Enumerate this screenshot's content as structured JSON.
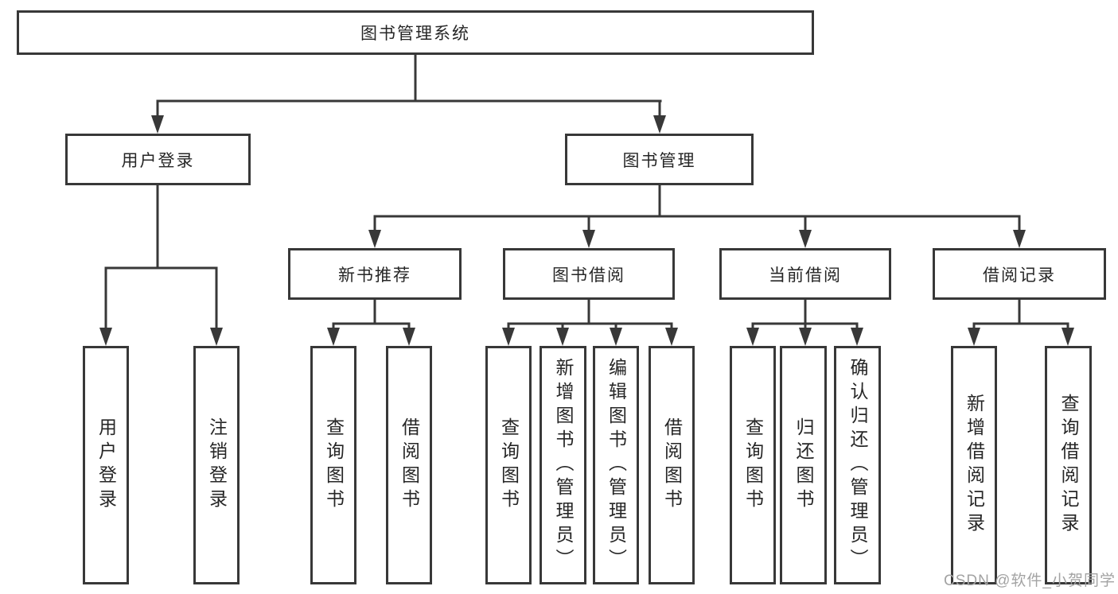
{
  "diagram": {
    "type": "tree",
    "title": "图书管理系统",
    "watermark": "CSDN @软件_小贺同学",
    "colors": {
      "line": "#383838",
      "text": "#262626",
      "background": "#ffffff",
      "watermark": "#a3a3a3"
    },
    "nodes": {
      "root": "图书管理系统",
      "user_login": "用户登录",
      "book_management": "图书管理",
      "new_book_recommend": "新书推荐",
      "book_borrow": "图书借阅",
      "current_borrow": "当前借阅",
      "borrow_records": "借阅记录",
      "leaf_user_login": "用户登录",
      "leaf_logout": "注销登录",
      "leaf_nb_query": "查询图书",
      "leaf_nb_borrow": "借阅图书",
      "leaf_bb_query": "查询图书",
      "leaf_bb_add": "新增图书（管理员）",
      "leaf_bb_edit": "编辑图书（管理员）",
      "leaf_bb_borrow": "借阅图书",
      "leaf_cb_query": "查询图书",
      "leaf_cb_return": "归还图书",
      "leaf_cb_confirm": "确认归还（管理员）",
      "leaf_rec_add": "新增借阅记录",
      "leaf_rec_query": "查询借阅记录"
    },
    "edges": [
      [
        "root",
        "user_login"
      ],
      [
        "root",
        "book_management"
      ],
      [
        "user_login",
        "leaf_user_login"
      ],
      [
        "user_login",
        "leaf_logout"
      ],
      [
        "book_management",
        "new_book_recommend"
      ],
      [
        "book_management",
        "book_borrow"
      ],
      [
        "book_management",
        "current_borrow"
      ],
      [
        "book_management",
        "borrow_records"
      ],
      [
        "new_book_recommend",
        "leaf_nb_query"
      ],
      [
        "new_book_recommend",
        "leaf_nb_borrow"
      ],
      [
        "book_borrow",
        "leaf_bb_query"
      ],
      [
        "book_borrow",
        "leaf_bb_add"
      ],
      [
        "book_borrow",
        "leaf_bb_edit"
      ],
      [
        "book_borrow",
        "leaf_bb_borrow"
      ],
      [
        "current_borrow",
        "leaf_cb_query"
      ],
      [
        "current_borrow",
        "leaf_cb_return"
      ],
      [
        "current_borrow",
        "leaf_cb_confirm"
      ],
      [
        "borrow_records",
        "leaf_rec_add"
      ],
      [
        "borrow_records",
        "leaf_rec_query"
      ]
    ]
  }
}
